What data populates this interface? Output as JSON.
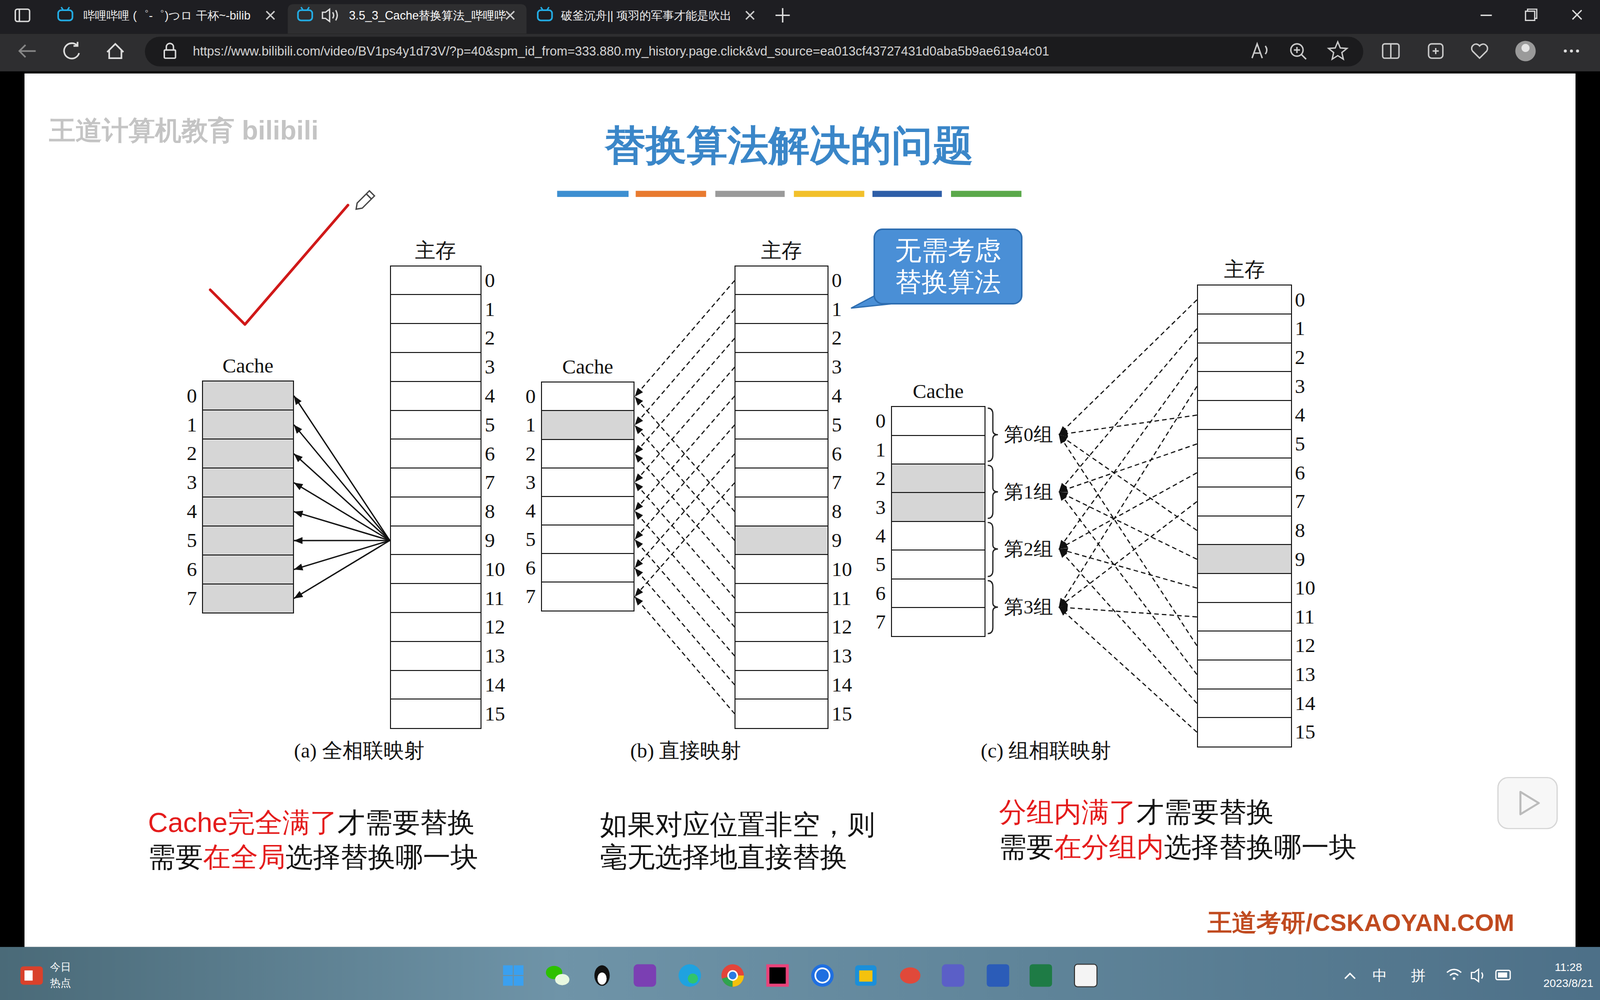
{
  "diagram": {
    "title": "替换算法解决的问题",
    "nodes": [
      {
        "text": [
          "Cache"
        ]
      },
      {
        "text": [
          "0"
        ],
        "in": 0
      },
      {
        "text": [
          "1"
        ],
        "in": 0
      },
      {
        "text": [
          "2"
        ],
        "in": 0
      },
      {
        "text": [
          "3"
        ],
        "in": 0
      },
      {
        "text": [
          "4"
        ],
        "in": 0
      },
      {
        "text": [
          "5"
        ],
        "in": 0
      },
      {
        "text": [
          "6"
        ],
        "in": 0
      },
      {
        "text": [
          "7"
        ],
        "in": 0
      },
      {
        "text": [
          "主存"
        ]
      },
      {
        "text": [
          "0"
        ],
        "in": 9
      },
      {
        "text": [
          "1"
        ],
        "in": 9
      },
      {
        "text": [
          "2"
        ],
        "in": 9
      },
      {
        "text": [
          "3"
        ],
        "in": 9
      },
      {
        "text": [
          "4"
        ],
        "in": 9
      },
      {
        "text": [
          "5"
        ],
        "in": 9
      },
      {
        "text": [
          "6"
        ],
        "in": 9
      },
      {
        "text": [
          "7"
        ],
        "in": 9
      },
      {
        "text": [
          "8"
        ],
        "in": 9
      },
      {
        "text": [
          "9"
        ],
        "in": 9
      },
      {
        "text": [
          "10"
        ],
        "in": 9
      },
      {
        "text": [
          "11"
        ],
        "in": 9
      },
      {
        "text": [
          "12"
        ],
        "in": 9
      },
      {
        "text": [
          "13"
        ],
        "in": 9
      },
      {
        "text": [
          "14"
        ],
        "in": 9
      },
      {
        "text": [
          "15"
        ],
        "in": 9
      },
      {
        "text": [
          "Cache"
        ]
      },
      {
        "text": [
          "0"
        ],
        "in": 26
      },
      {
        "text": [
          "1"
        ],
        "in": 26
      },
      {
        "text": [
          "2"
        ],
        "in": 26
      },
      {
        "text": [
          "3"
        ],
        "in": 26
      },
      {
        "text": [
          "4"
        ],
        "in": 26
      },
      {
        "text": [
          "5"
        ],
        "in": 26
      },
      {
        "text": [
          "6"
        ],
        "in": 26
      },
      {
        "text": [
          "7"
        ],
        "in": 26
      },
      {
        "text": [
          "主存"
        ]
      },
      {
        "text": [
          "0"
        ],
        "in": 35
      },
      {
        "text": [
          "1"
        ],
        "in": 35
      },
      {
        "text": [
          "2"
        ],
        "in": 35
      },
      {
        "text": [
          "3"
        ],
        "in": 35
      },
      {
        "text": [
          "4"
        ],
        "in": 35
      },
      {
        "text": [
          "5"
        ],
        "in": 35
      },
      {
        "text": [
          "6"
        ],
        "in": 35
      },
      {
        "text": [
          "7"
        ],
        "in": 35
      },
      {
        "text": [
          "8"
        ],
        "in": 35
      },
      {
        "text": [
          "9"
        ],
        "in": 35
      },
      {
        "text": [
          "10"
        ],
        "in": 35
      },
      {
        "text": [
          "11"
        ],
        "in": 35
      },
      {
        "text": [
          "12"
        ],
        "in": 35
      },
      {
        "text": [
          "13"
        ],
        "in": 35
      },
      {
        "text": [
          "14"
        ],
        "in": 35
      },
      {
        "text": [
          "15"
        ],
        "in": 35
      },
      {
        "text": [
          "无需考虑 替换算法"
        ]
      },
      {
        "text": [
          "Cache"
        ]
      },
      {
        "text": [
          "0"
        ],
        "in": 53
      },
      {
        "text": [
          "1"
        ],
        "in": 53
      },
      {
        "text": [
          "2"
        ],
        "in": 53
      },
      {
        "text": [
          "3"
        ],
        "in": 53
      },
      {
        "text": [
          "4"
        ],
        "in": 53
      },
      {
        "text": [
          "5"
        ],
        "in": 53
      },
      {
        "text": [
          "6"
        ],
        "in": 53
      },
      {
        "text": [
          "7"
        ],
        "in": 53
      },
      {
        "text": [
          "第0组"
        ]
      },
      {
        "text": [
          "第1组"
        ]
      },
      {
        "text": [
          "第2组"
        ]
      },
      {
        "text": [
          "第3组"
        ]
      },
      {
        "text": [
          "主存"
        ]
      },
      {
        "text": [
          "0"
        ],
        "in": 66
      },
      {
        "text": [
          "1"
        ],
        "in": 66
      },
      {
        "text": [
          "2"
        ],
        "in": 66
      },
      {
        "text": [
          "3"
        ],
        "in": 66
      },
      {
        "text": [
          "4"
        ],
        "in": 66
      },
      {
        "text": [
          "5"
        ],
        "in": 66
      },
      {
        "text": [
          "6"
        ],
        "in": 66
      },
      {
        "text": [
          "7"
        ],
        "in": 66
      },
      {
        "text": [
          "8"
        ],
        "in": 66
      },
      {
        "text": [
          "9"
        ],
        "in": 66
      },
      {
        "text": [
          "10"
        ],
        "in": 66
      },
      {
        "text": [
          "11"
        ],
        "in": 66
      },
      {
        "text": [
          "12"
        ],
        "in": 66
      },
      {
        "text": [
          "13"
        ],
        "in": 66
      },
      {
        "text": [
          "14"
        ],
        "in": 66
      },
      {
        "text": [
          "15"
        ],
        "in": 66
      }
    ],
    "edges": [
      {
        "from": 19,
        "to": 1,
        "arrow": "to"
      },
      {
        "from": 19,
        "to": 2,
        "arrow": "to"
      },
      {
        "from": 19,
        "to": 3,
        "arrow": "to"
      },
      {
        "from": 19,
        "to": 4,
        "arrow": "to"
      },
      {
        "from": 19,
        "to": 5,
        "arrow": "to"
      },
      {
        "from": 19,
        "to": 6,
        "arrow": "to"
      },
      {
        "from": 19,
        "to": 7,
        "arrow": "to"
      },
      {
        "from": 19,
        "to": 8,
        "arrow": "to"
      },
      {
        "from": 36,
        "to": 27,
        "arrow": "to"
      },
      {
        "from": 37,
        "to": 28,
        "arrow": "to"
      },
      {
        "from": 38,
        "to": 29,
        "arrow": "to"
      },
      {
        "from": 39,
        "to": 30,
        "arrow": "to"
      },
      {
        "from": 40,
        "to": 31,
        "arrow": "to"
      },
      {
        "from": 41,
        "to": 32,
        "arrow": "to"
      },
      {
        "from": 42,
        "to": 33,
        "arrow": "to"
      },
      {
        "from": 43,
        "to": 34,
        "arrow": "to"
      },
      {
        "from": 44,
        "to": 27,
        "arrow": "to"
      },
      {
        "from": 45,
        "to": 28,
        "arrow": "to"
      },
      {
        "from": 46,
        "to": 29,
        "arrow": "to"
      },
      {
        "from": 47,
        "to": 30,
        "arrow": "to"
      },
      {
        "from": 48,
        "to": 31,
        "arrow": "to"
      },
      {
        "from": 49,
        "to": 32,
        "arrow": "to"
      },
      {
        "from": 50,
        "to": 33,
        "arrow": "to"
      },
      {
        "from": 51,
        "to": 34,
        "arrow": "to"
      },
      {
        "from": 67,
        "to": 62,
        "arrow": "to"
      },
      {
        "from": 68,
        "to": 63,
        "arrow": "to"
      },
      {
        "from": 69,
        "to": 64,
        "arrow": "to"
      },
      {
        "from": 70,
        "to": 65,
        "arrow": "to"
      },
      {
        "from": 71,
        "to": 62,
        "arrow": "to"
      },
      {
        "from": 72,
        "to": 63,
        "arrow": "to"
      },
      {
        "from": 73,
        "to": 64,
        "arrow": "to"
      },
      {
        "from": 74,
        "to": 65,
        "arrow": "to"
      },
      {
        "from": 75,
        "to": 62,
        "arrow": "to"
      },
      {
        "from": 76,
        "to": 63,
        "arrow": "to"
      },
      {
        "from": 77,
        "to": 64,
        "arrow": "to"
      },
      {
        "from": 78,
        "to": 65,
        "arrow": "to"
      },
      {
        "from": 79,
        "to": 62,
        "arrow": "to"
      },
      {
        "from": 80,
        "to": 63,
        "arrow": "to"
      },
      {
        "from": 81,
        "to": 64,
        "arrow": "to"
      },
      {
        "from": 82,
        "to": 65,
        "arrow": "to"
      }
    ],
    "labels": [
      "哔哩哔哩 (゜-゜)つロ 干杯~-bilib",
      "3.5_3_Cache替换算法_哔哩哔",
      "破釜沉舟|| 项羽的军事才能是吹出",
      "https://www.bilibili.com/video/BV1ps4y1d73V/?p=40&spm_id_from=333.880.my_history.page.click&vd_source=ea013cf43727431d0aba5b9ae619a4c01",
      "王道计算机教育 bilibili",
      "(a) 全相联映射",
      "(b) 直接映射",
      "(c) 组相联映射",
      "Cache完全满了",
      "才需要替换",
      "需要",
      "在全局",
      "选择替换哪一块",
      "如果对应位置非空，则",
      "毫无选择地直接替换",
      "分组内满了",
      "才需要替换",
      "需要",
      "在分组内",
      "选择替换哪一块",
      "王道考研/CSKAOYAN.COM",
      "今日",
      "热点",
      "中",
      "拼",
      "11:28",
      "2023/8/21"
    ]
  }
}
